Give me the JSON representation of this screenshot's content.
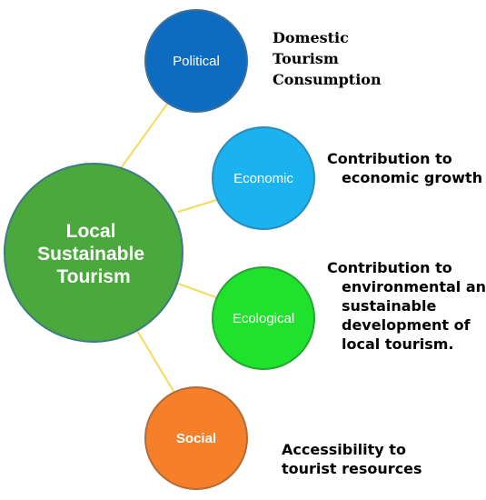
{
  "center": {
    "lines": [
      "Local",
      "Sustainable",
      "Tourism"
    ],
    "color": "#4aa83c"
  },
  "connector_color": "#f2dc5d",
  "nodes": [
    {
      "label": "Political",
      "color": "#0d6cbf",
      "description": [
        "Domestic",
        "Tourism",
        "Consumption"
      ]
    },
    {
      "label": "Economic",
      "color": "#1ab2ef",
      "description": [
        "Contribution to",
        "economic growth"
      ]
    },
    {
      "label": "Ecological",
      "color": "#1fe22d",
      "description": [
        "Contribution to",
        "environmental and",
        "sustainable",
        "development of",
        "local tourism."
      ]
    },
    {
      "label": "Social",
      "color": "#f6802a",
      "description": [
        "Accessibility to",
        "tourist resources"
      ]
    }
  ]
}
